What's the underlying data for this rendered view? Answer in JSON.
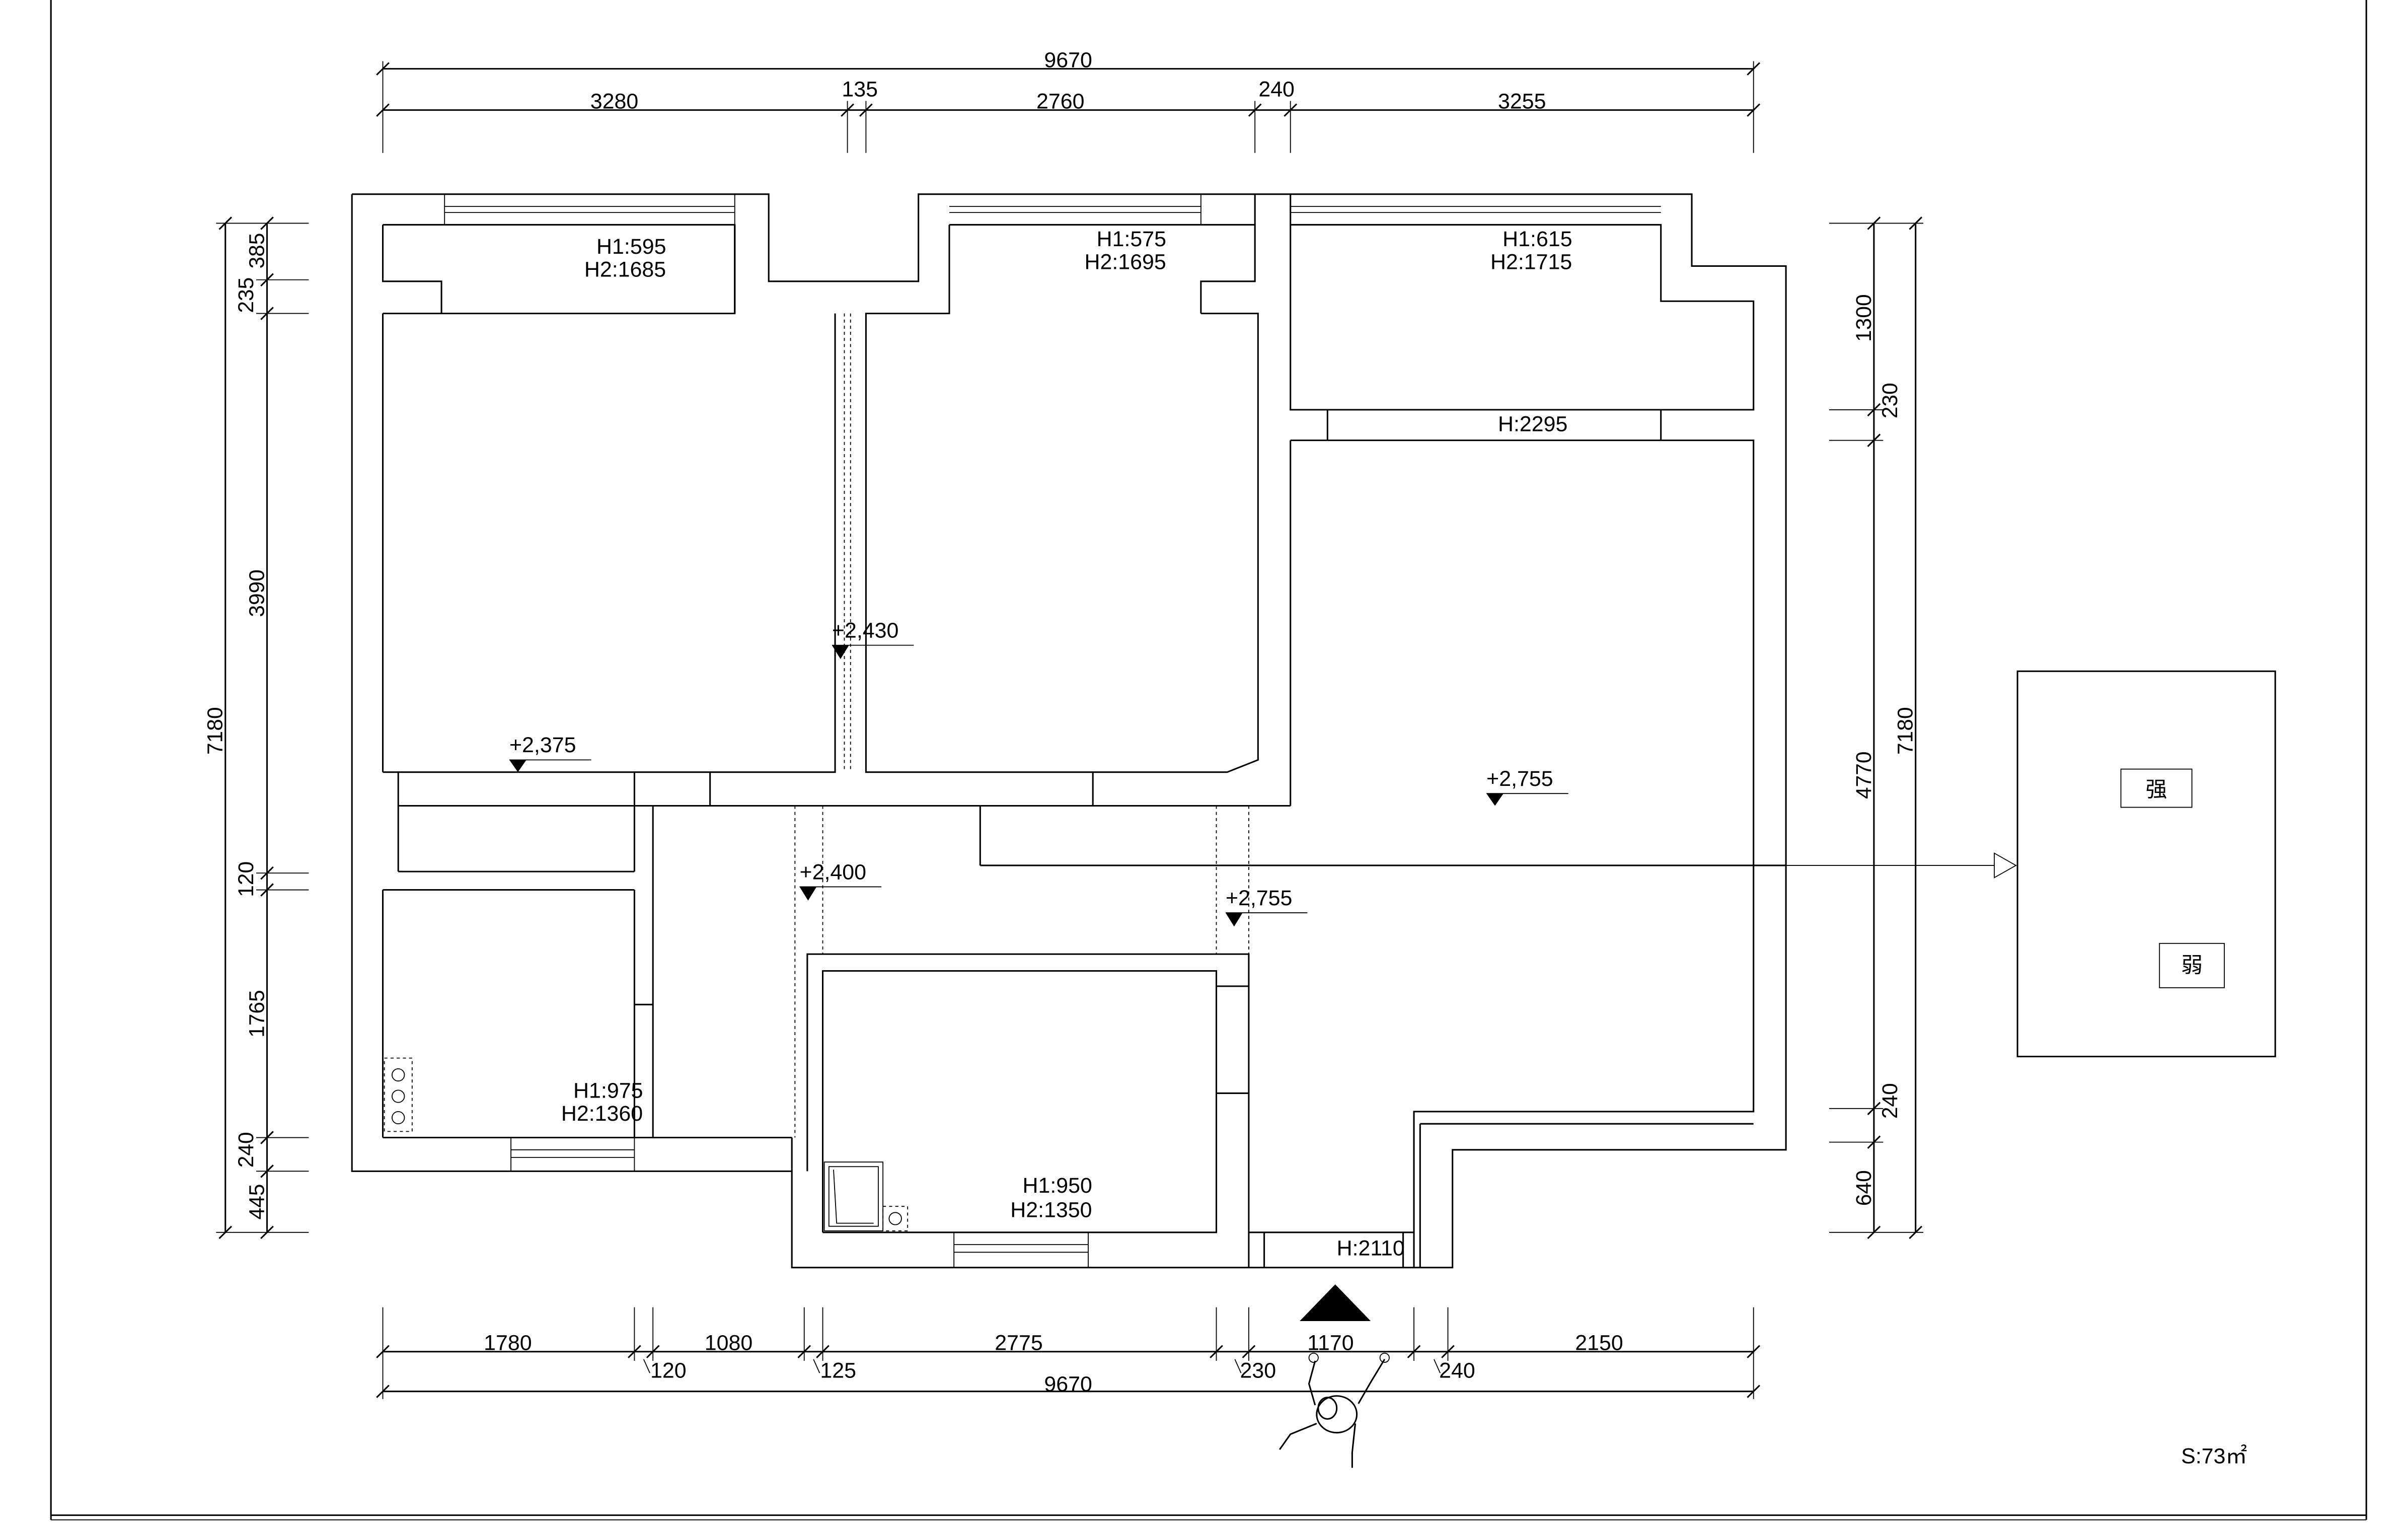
{
  "dimensions": {
    "top_total": "9670",
    "top_segments": [
      "3280",
      "135",
      "2760",
      "240",
      "3255"
    ],
    "bottom_segments": [
      "1780",
      "1080",
      "2775",
      "1170",
      "2150"
    ],
    "bottom_small": [
      "120",
      "125",
      "230",
      "240"
    ],
    "bottom_total": "9670",
    "left_segments": [
      "385",
      "235",
      "3990",
      "120",
      "1765",
      "240",
      "445"
    ],
    "left_total": "7180",
    "right_segments": [
      "1300",
      "230",
      "4770",
      "240",
      "640"
    ],
    "right_total": "7180"
  },
  "windows": {
    "w1": {
      "h1": "H1:595",
      "h2": "H2:1685"
    },
    "w2": {
      "h1": "H1:575",
      "h2": "H2:1695"
    },
    "w3": {
      "h1": "H1:615",
      "h2": "H2:1715"
    },
    "w4": {
      "h1": "H1:975",
      "h2": "H2:1360"
    },
    "w5": {
      "h1": "H1:950",
      "h2": "H2:1350"
    }
  },
  "openings": {
    "o1": "H:2295",
    "o2": "H:2110"
  },
  "levels": [
    "+2,430",
    "+2,375",
    "+2,755",
    "+2,400",
    "+2,755"
  ],
  "panel": {
    "strong": "强",
    "weak": "弱"
  },
  "area": "S:73㎡"
}
